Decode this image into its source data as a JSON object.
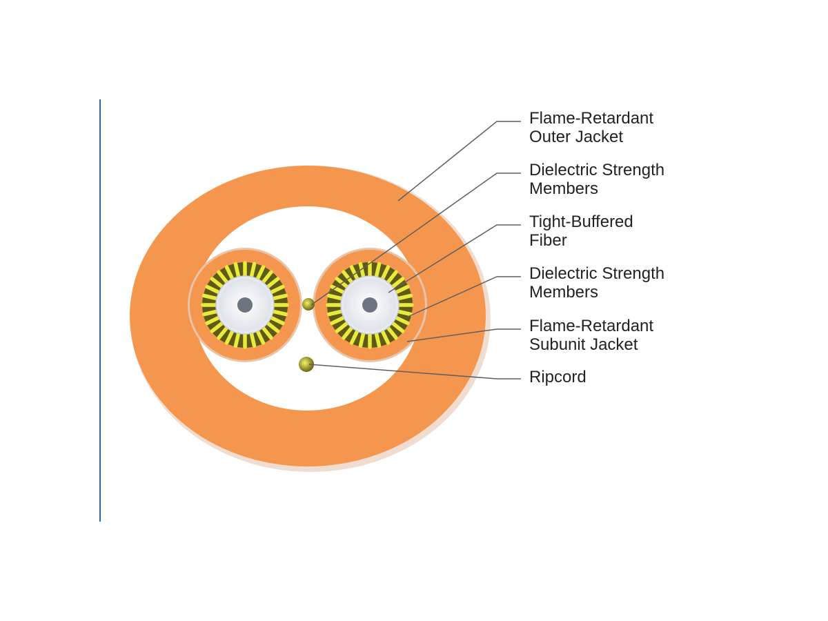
{
  "colors": {
    "jacket": "#f5964f",
    "jacket_shade": "#e8c5a8",
    "strength_light": "#e9ea3c",
    "strength_dark": "#5e5a16",
    "fiber": "#e6e9ee",
    "fiber_core": "#6d7480",
    "leader": "#5f5f5f",
    "rule": "#2e6aa8",
    "text": "#222222"
  },
  "labels": [
    {
      "id": "outer-jacket",
      "lines": [
        "Flame-Retardant",
        "Outer Jacket"
      ]
    },
    {
      "id": "strength-members-1",
      "lines": [
        "Dielectric Strength",
        "Members"
      ]
    },
    {
      "id": "tight-buffered-fiber",
      "lines": [
        "Tight-Buffered",
        "Fiber"
      ]
    },
    {
      "id": "strength-members-2",
      "lines": [
        "Dielectric Strength",
        "Members"
      ]
    },
    {
      "id": "subunit-jacket",
      "lines": [
        "Flame-Retardant",
        "Subunit Jacket"
      ]
    },
    {
      "id": "ripcord",
      "lines": [
        "Ripcord"
      ]
    }
  ]
}
